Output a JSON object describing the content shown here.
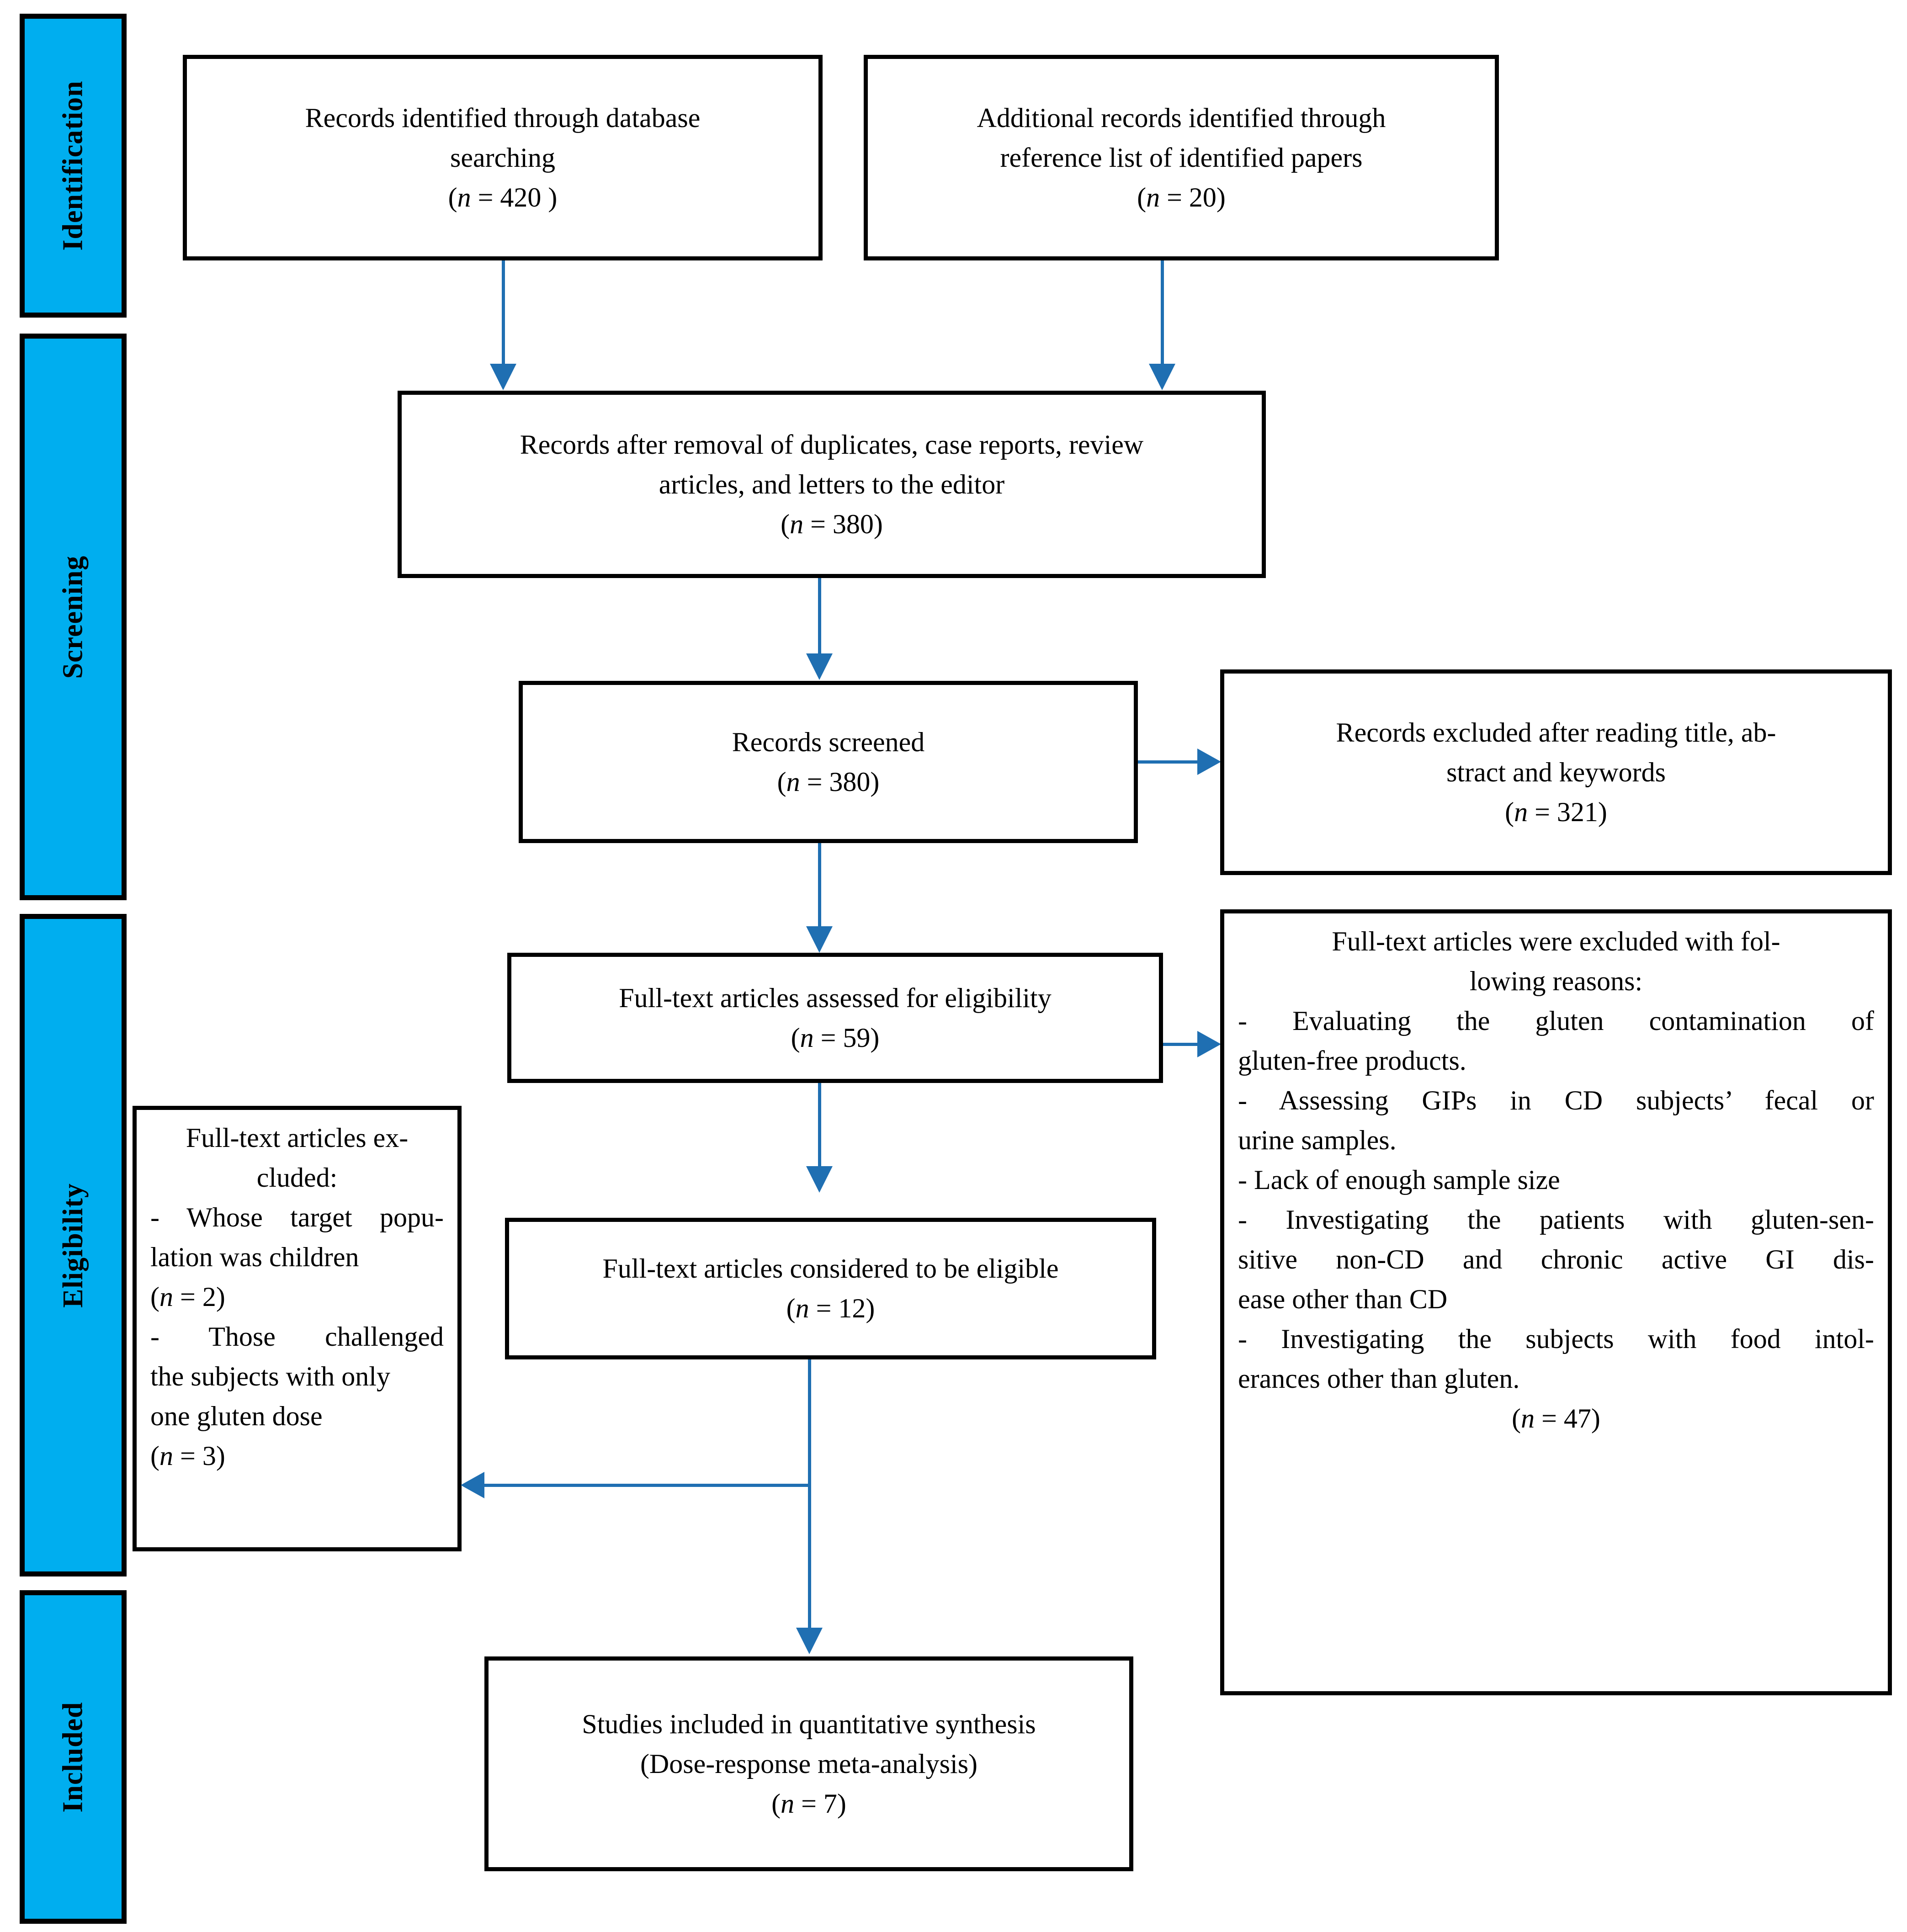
{
  "diagram": {
    "type": "prisma-flow-diagram",
    "accent_color": "#00AEEF",
    "connector_color": "#1F6FB2",
    "box_border_color": "#000000"
  },
  "phases": [
    {
      "id": "identification",
      "label": "Identification"
    },
    {
      "id": "screening",
      "label": "Screening"
    },
    {
      "id": "eligibility",
      "label": "Eligibility"
    },
    {
      "id": "included",
      "label": "Included"
    }
  ],
  "boxes": {
    "database_search": {
      "line1": "Records identified through database",
      "line2": "searching",
      "count_prefix": "(",
      "count_var": "n",
      "count_eq": " = ",
      "count_value": "420 ",
      "count_suffix": ")"
    },
    "additional_records": {
      "line1": "Additional records identified through",
      "line2": "reference list of identified papers",
      "count_prefix": "(",
      "count_var": "n",
      "count_eq": " = ",
      "count_value": "20",
      "count_suffix": ")"
    },
    "after_removal": {
      "line1": "Records after removal of duplicates, case reports, review",
      "line2": "articles, and letters to the editor",
      "count_prefix": "(",
      "count_var": "n",
      "count_eq": " = ",
      "count_value": "380",
      "count_suffix": ")"
    },
    "records_screened": {
      "line1": "Records screened",
      "count_prefix": "(",
      "count_var": "n",
      "count_eq": " = ",
      "count_value": "380",
      "count_suffix": ")"
    },
    "records_excluded": {
      "line1": "Records excluded after reading title, ab-",
      "line2": "stract and keywords",
      "count_prefix": "(",
      "count_var": "n",
      "count_eq": " = ",
      "count_value": "321",
      "count_suffix": ")"
    },
    "assessed_eligibility": {
      "line1": "Full-text articles assessed for eligibility",
      "count_prefix": "(",
      "count_var": "n",
      "count_eq": " = ",
      "count_value": "59",
      "count_suffix": ")"
    },
    "fulltext_excluded_reasons": {
      "heading1": "Full-text articles were excluded with fol-",
      "heading2": "lowing reasons:",
      "reason1_l1": "- Evaluating the gluten contamination of",
      "reason1_l2": "gluten-free products.",
      "reason2_l1": "- Assessing GIPs in CD subjects’ fecal or",
      "reason2_l2": "urine samples.",
      "reason3_l1": "- Lack of enough sample size",
      "reason4_l1": "- Investigating the patients with gluten-sen-",
      "reason4_l2": "sitive non-CD and chronic active GI dis-",
      "reason4_l3": "ease other than CD",
      "reason5_l1": "- Investigating the subjects with food intol-",
      "reason5_l2": "erances other than gluten.",
      "count_prefix": "(",
      "count_var": "n",
      "count_eq": " = ",
      "count_value": "47",
      "count_suffix": ")"
    },
    "fulltext_excluded_left": {
      "heading1": "Full-text articles ex-",
      "heading2": "cluded:",
      "reason1_l1": "- Whose target popu-",
      "reason1_l2": "lation was children",
      "count1_prefix": "(",
      "count1_var": "n",
      "count1_eq": " = ",
      "count1_value": "2",
      "count1_suffix": ")",
      "reason2_l1": "-  Those  challenged",
      "reason2_l2": "the subjects with only",
      "reason2_l3": "one gluten dose",
      "count2_prefix": "(",
      "count2_var": "n",
      "count2_eq": " = ",
      "count2_value": "3",
      "count2_suffix": ")"
    },
    "considered_eligible": {
      "line1": "Full-text articles considered to be eligible",
      "count_prefix": "(",
      "count_var": "n",
      "count_eq": " = ",
      "count_value": "12",
      "count_suffix": ")"
    },
    "studies_included": {
      "line1": "Studies included in quantitative synthesis",
      "line2": "(Dose-response meta-analysis)",
      "count_prefix": "(",
      "count_var": "n",
      "count_eq": " = ",
      "count_value": "7",
      "count_suffix": ")"
    }
  }
}
